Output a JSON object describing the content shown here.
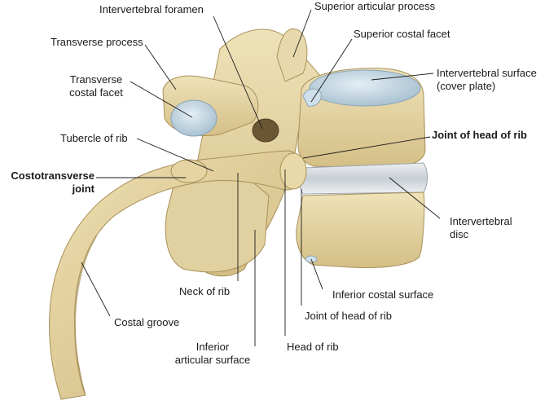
{
  "labels": {
    "intervertebral_foramen": "Intervertebral foramen",
    "superior_articular_process": "Superior articular process",
    "superior_costal_facet": "Superior costal facet",
    "transverse_process": "Transverse process",
    "intervertebral_surface": [
      "Intervertebral surface",
      "(cover plate)"
    ],
    "transverse_costal_facet": [
      "Transverse",
      "costal facet"
    ],
    "tubercle_of_rib": "Tubercle of rib",
    "joint_of_head_of_rib_top": "Joint of head of rib",
    "costotransverse_joint": [
      "Costotransverse",
      "joint"
    ],
    "intervertebral_disc": [
      "Intervertebral",
      "disc"
    ],
    "neck_of_rib": "Neck of rib",
    "inferior_costal_surface": "Inferior costal surface",
    "joint_of_head_of_rib_bottom": "Joint of head of rib",
    "costal_groove": "Costal groove",
    "inferior_articular_surface": [
      "Inferior",
      "articular surface"
    ],
    "head_of_rib": "Head of rib"
  },
  "colors": {
    "bone": "#e6d6a8",
    "bone_shade": "#c9b47c",
    "bone_dark": "#a8915a",
    "cartilage": "#c9dbe6",
    "disc": "#d9dde2",
    "leader": "#1a1a1a"
  }
}
